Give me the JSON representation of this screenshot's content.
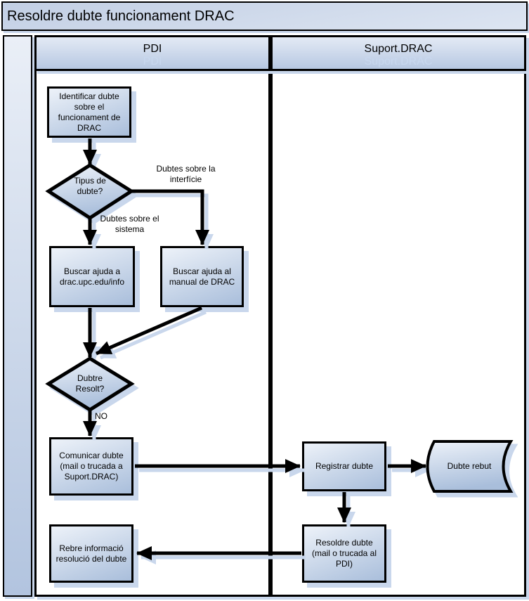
{
  "title": "Resoldre dubte funcionament DRAC",
  "lanes": [
    {
      "label": "PDI"
    },
    {
      "label": "Suport.DRAC"
    }
  ],
  "nodes": {
    "identificar_dubte": {
      "type": "task",
      "lane": "PDI",
      "label": "Identificar dubte sobre el funcionament de DRAC"
    },
    "tipus_de_dubte": {
      "type": "decision",
      "lane": "PDI",
      "label": "Tipus de dubte?"
    },
    "buscar_ajuda_info": {
      "type": "task",
      "lane": "PDI",
      "label": "Buscar ajuda a drac.upc.edu/info"
    },
    "buscar_ajuda_manual": {
      "type": "task",
      "lane": "PDI",
      "label": "Buscar ajuda al manual de DRAC"
    },
    "dubte_resolt": {
      "type": "decision",
      "lane": "PDI",
      "label": "Dubtre Resolt?"
    },
    "comunicar_dubte": {
      "type": "task",
      "lane": "PDI",
      "label": "Comunicar dubte (mail o trucada a Suport.DRAC)"
    },
    "rebre_informacio": {
      "type": "task",
      "lane": "PDI",
      "label": "Rebre informació resolució del dubte"
    },
    "registrar_dubte": {
      "type": "task",
      "lane": "Suport.DRAC",
      "label": "Registrar dubte"
    },
    "dubte_rebut": {
      "type": "stored-data",
      "lane": "Suport.DRAC",
      "label": "Dubte rebut"
    },
    "resoldre_dubte": {
      "type": "task",
      "lane": "Suport.DRAC",
      "label": "Resoldre dubte (mail o trucada al PDI)"
    }
  },
  "edge_labels": {
    "interficie": "Dubtes sobre la interfície",
    "sistema": "Dubtes sobre el sistema",
    "no": "NO"
  },
  "colors": {
    "border": "#000000",
    "shadow": "#c9d7ec",
    "fill_top": "#edf2f9",
    "fill_bottom": "#a9bedb",
    "band_top": "#e3eaf5",
    "band_bottom": "#b7c8e2",
    "title_top": "#c2cfe4",
    "title_bottom": "#dde5f2",
    "reflection": "#c8d8ef"
  }
}
